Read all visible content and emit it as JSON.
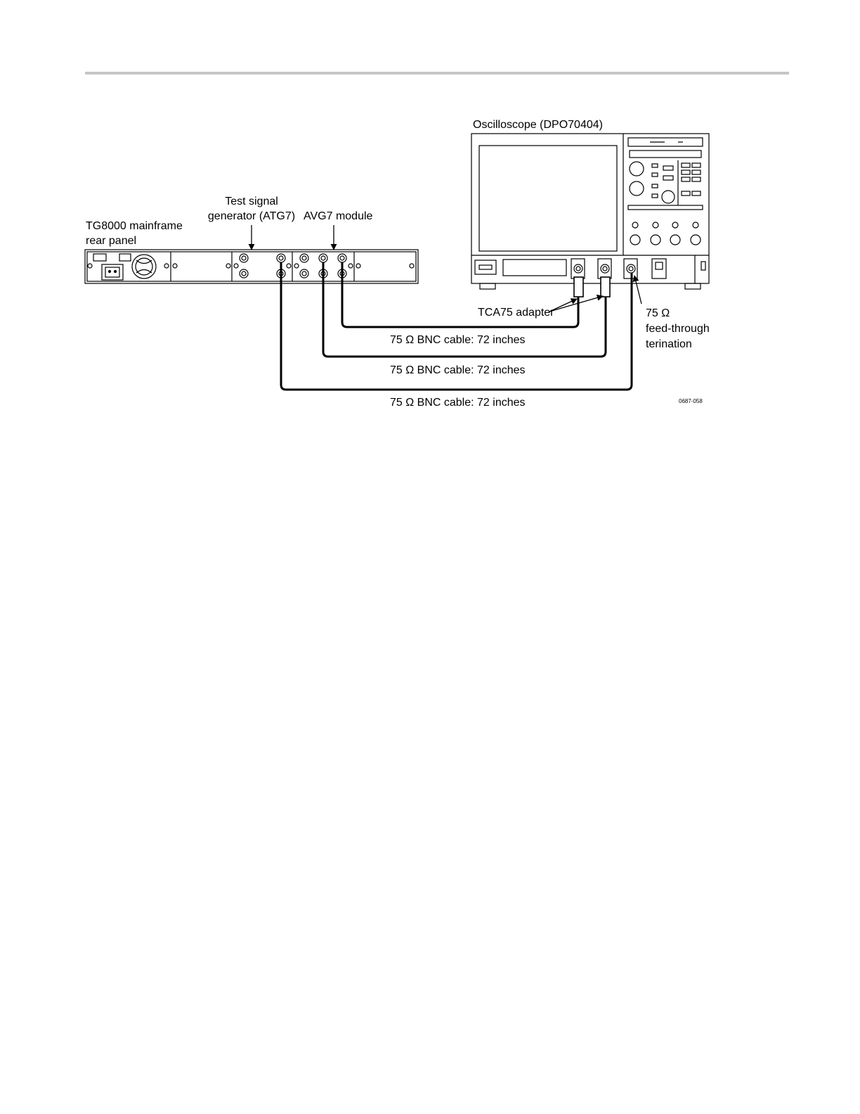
{
  "labels": {
    "mainframe_line1": "TG8000 mainframe",
    "mainframe_line2": "rear panel",
    "atg7_line1": "Test signal",
    "atg7_line2": "generator (ATG7)",
    "avg7": "AVG7 module",
    "scope": "Oscilloscope (DPO70404)",
    "tca75": "TCA75 adapter",
    "term_line1": "75 Ω",
    "term_line2": "feed-through",
    "term_line3": "terination",
    "cable1": "75 Ω BNC cable: 72 inches",
    "cable2": "75 Ω BNC cable: 72 inches",
    "cable3": "75 Ω BNC cable: 72 inches",
    "figure_id": "0687-058"
  }
}
